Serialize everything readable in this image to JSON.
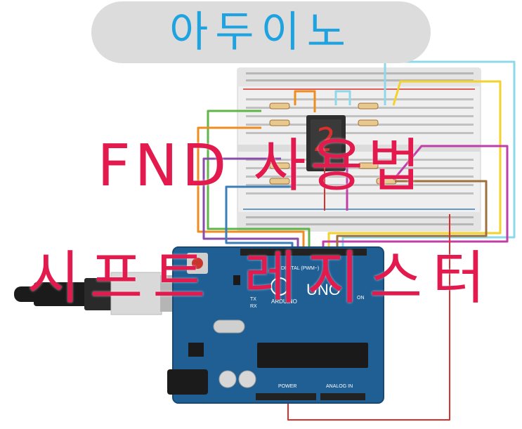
{
  "header": {
    "pill_text": "아두이노"
  },
  "titles": {
    "line1": "FND 사용법",
    "line2": "시프트 레지스터"
  },
  "display": {
    "digit": "2"
  },
  "board": {
    "brand": "ARDUINO",
    "model": "UNO",
    "digital_label": "DIGITAL (PWM~)",
    "tx": "TX",
    "rx": "RX",
    "on": "ON",
    "power_label": "POWER",
    "analog_label": "ANALOG IN"
  },
  "colors": {
    "pill_bg": "#dcdcdc",
    "pill_text": "#1fa3e0",
    "title": "#e31a4e",
    "board": "#1f5f94",
    "wire_cyan": "#8ed8ea",
    "wire_yellow": "#f2d22b",
    "wire_magenta": "#c13fa8",
    "wire_red": "#d9302c",
    "wire_orange": "#f08c1f",
    "wire_green": "#5fb54a",
    "wire_blue": "#3c7fb8",
    "wire_brown": "#a0703c",
    "wire_purple": "#8a4ca8"
  }
}
